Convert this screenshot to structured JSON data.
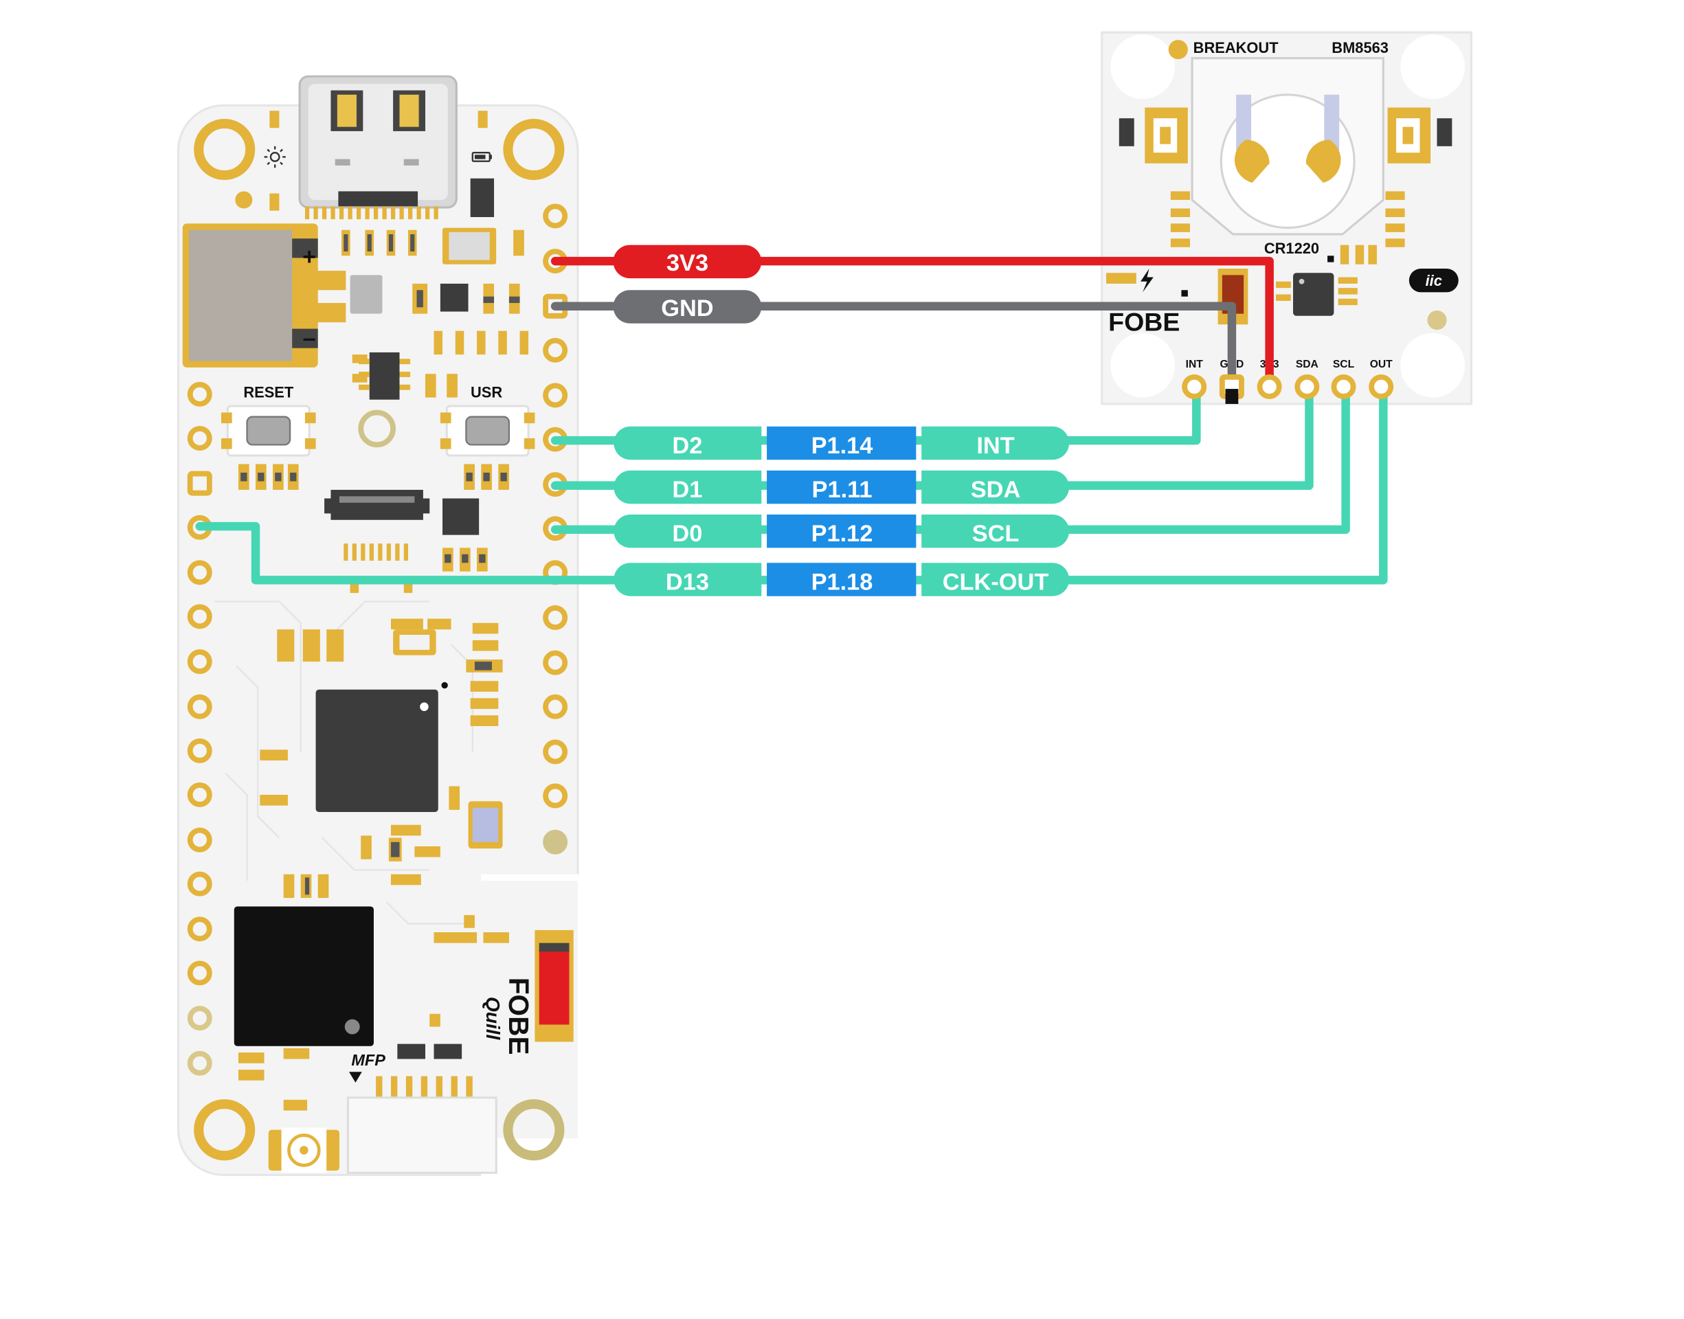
{
  "colors": {
    "board": "#f4f4f4",
    "gold": "#e3b33a",
    "wire_power": "#e11d22",
    "wire_ground": "#6e6f73",
    "wire_signal": "#46d6b4",
    "pill_pin": "#1c8ee6",
    "chip": "#3c3c3c"
  },
  "main_board": {
    "brand_logo": "FOBE",
    "brand_sub": "Quill",
    "buttons": {
      "reset": "RESET",
      "user": "USR"
    },
    "mfp_label": "MFP",
    "battery_plus": "+",
    "battery_minus": "–"
  },
  "breakout": {
    "title_left": "BREAKOUT",
    "title_right": "BM8563",
    "battery_label": "CR1220",
    "badge": "iic",
    "logo": "FOBE",
    "pins": [
      "INT",
      "GND",
      "3V3",
      "SDA",
      "SCL",
      "OUT"
    ]
  },
  "connections": [
    {
      "board_pin": "3V3",
      "type": "power"
    },
    {
      "board_pin": "GND",
      "type": "ground"
    },
    {
      "board_pin": "D2",
      "port_pin": "P1.14",
      "function": "INT",
      "type": "signal"
    },
    {
      "board_pin": "D1",
      "port_pin": "P1.11",
      "function": "SDA",
      "type": "signal"
    },
    {
      "board_pin": "D0",
      "port_pin": "P1.12",
      "function": "SCL",
      "type": "signal"
    },
    {
      "board_pin": "D13",
      "port_pin": "P1.18",
      "function": "CLK-OUT",
      "type": "signal"
    }
  ]
}
